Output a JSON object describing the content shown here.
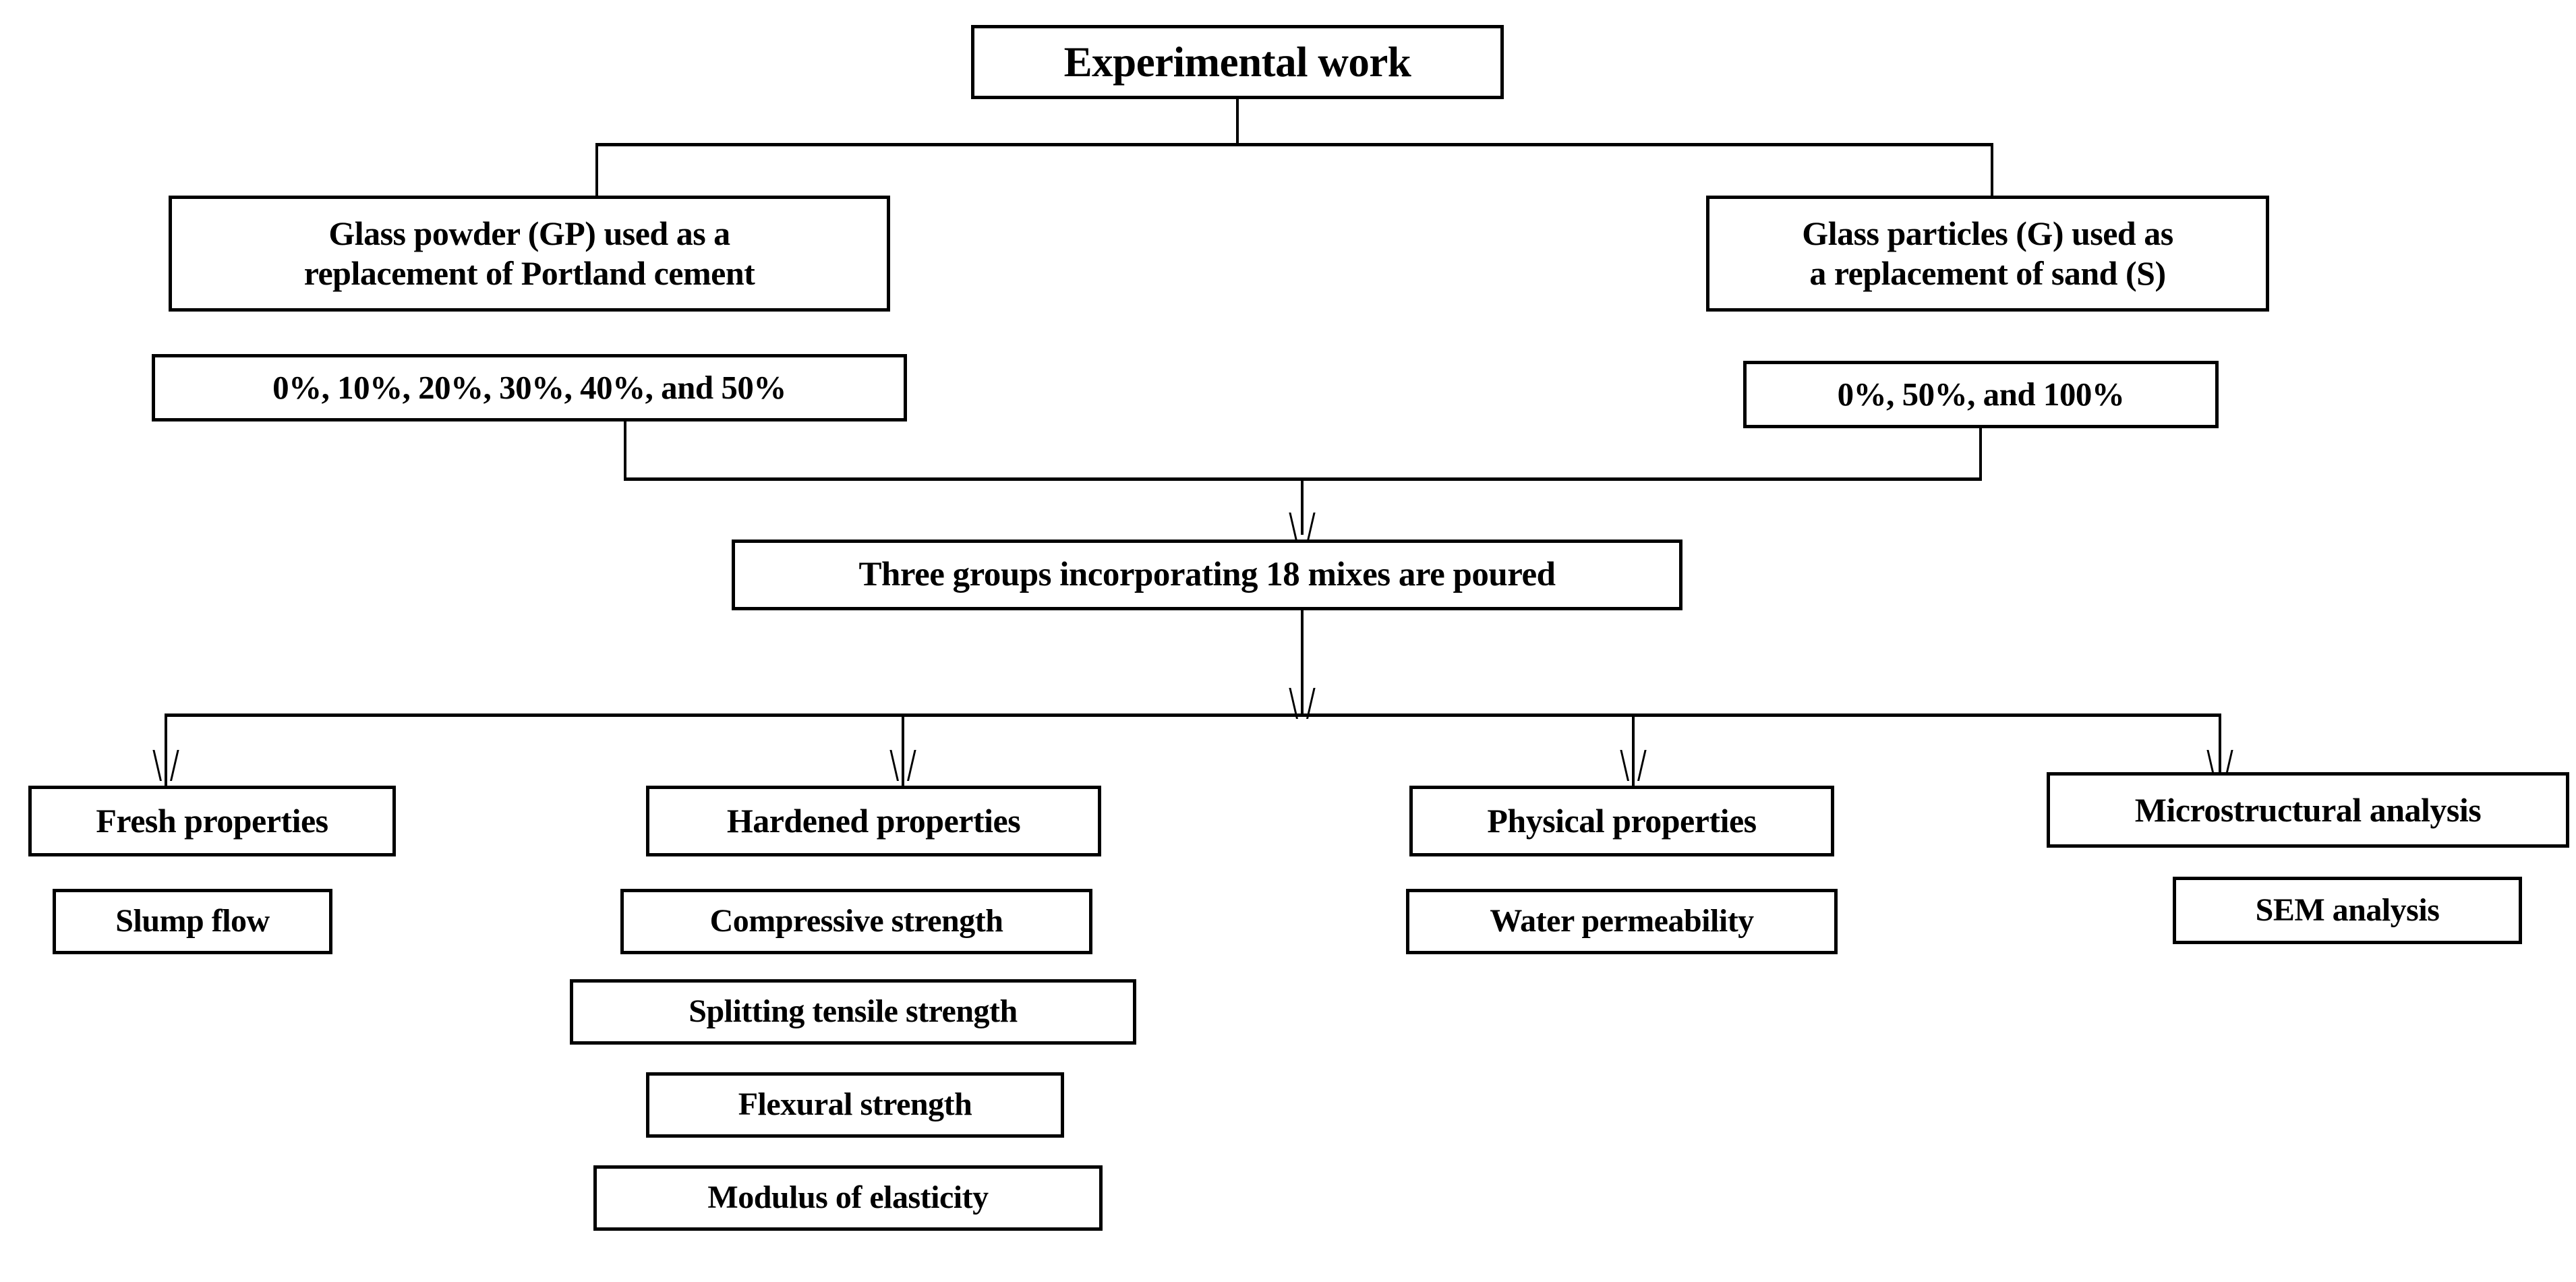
{
  "diagram": {
    "title_node": {
      "label": "Experimental work"
    },
    "branches": [
      {
        "id": "glass-powder",
        "label": "Glass powder (GP) used as a replacement of Portland cement",
        "line1": "Glass powder (GP) used as a",
        "line2": "replacement of Portland cement",
        "percentages": "0%, 10%, 20%, 30%, 40%, and 50%"
      },
      {
        "id": "glass-particles",
        "label": "Glass particles (G) used as a replacement of sand (S)",
        "line1": "Glass particles (G) used as",
        "line2": "a replacement of sand (S)",
        "percentages": "0%, 50%, and 100%"
      }
    ],
    "mix_node": {
      "label": "Three groups incorporating 18 mixes are poured"
    },
    "categories": [
      {
        "id": "fresh-properties",
        "label": "Fresh properties",
        "items": [
          "Slump flow"
        ]
      },
      {
        "id": "hardened-properties",
        "label": "Hardened properties",
        "items": [
          "Compressive strength",
          "Splitting tensile strength",
          "Flexural strength",
          "Modulus of elasticity"
        ]
      },
      {
        "id": "physical-properties",
        "label": "Physical properties",
        "items": [
          "Water permeability"
        ]
      },
      {
        "id": "microstructural-analysis",
        "label": "Microstructural analysis",
        "items": [
          "SEM analysis"
        ]
      }
    ],
    "colors": {
      "border": "#000000",
      "text": "#000000",
      "background": "#ffffff"
    }
  }
}
